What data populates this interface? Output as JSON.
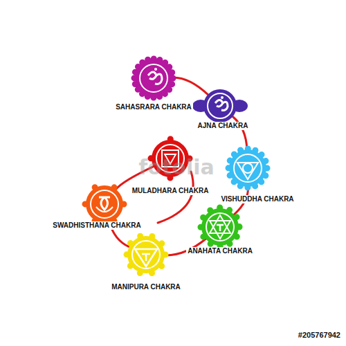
{
  "diagram": {
    "nodes": [
      {
        "text": [
          "SAHASRARA CHAKRA"
        ]
      },
      {
        "text": [
          "AJNA CHAKRA"
        ]
      },
      {
        "text": [
          "VISHUDDHA CHAKRA"
        ]
      },
      {
        "text": [
          "ANAHATA CHAKRA"
        ]
      },
      {
        "text": [
          "MANIPURA CHAKRA"
        ]
      },
      {
        "text": [
          "SWADHISTHANA CHAKRA"
        ]
      },
      {
        "text": [
          "MULADHARA CHAKRA"
        ]
      }
    ],
    "edges": [
      {
        "from": 0,
        "to": 1,
        "arrow": "none"
      },
      {
        "from": 1,
        "to": 2,
        "arrow": "none"
      },
      {
        "from": 2,
        "to": 3,
        "arrow": "none"
      },
      {
        "from": 3,
        "to": 4,
        "arrow": "none"
      },
      {
        "from": 4,
        "to": 5,
        "arrow": "none"
      },
      {
        "from": 5,
        "to": 6,
        "arrow": "none"
      }
    ],
    "labels": [
      "fotolia",
      "#205767942"
    ]
  }
}
